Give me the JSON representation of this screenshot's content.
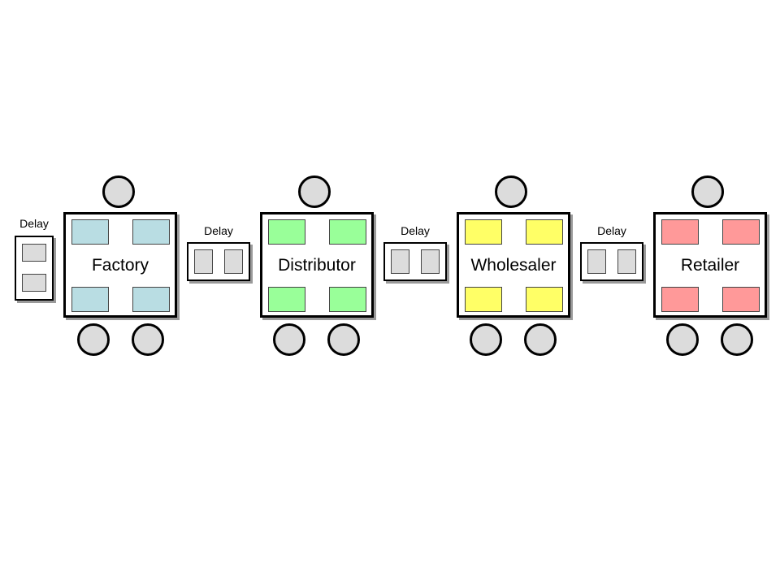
{
  "colors": {
    "factory": "#b9dde3",
    "distributor": "#99ff99",
    "wholesaler": "#ffff66",
    "retailer": "#ff9999",
    "slot": "#dcdcdc"
  },
  "stations": [
    {
      "label": "Factory",
      "color": "factory"
    },
    {
      "label": "Distributor",
      "color": "distributor"
    },
    {
      "label": "Wholesaler",
      "color": "wholesaler"
    },
    {
      "label": "Retailer",
      "color": "retailer"
    }
  ],
  "delays": [
    {
      "label": "Delay",
      "orientation": "vertical"
    },
    {
      "label": "Delay",
      "orientation": "horizontal"
    },
    {
      "label": "Delay",
      "orientation": "horizontal"
    },
    {
      "label": "Delay",
      "orientation": "horizontal"
    }
  ]
}
